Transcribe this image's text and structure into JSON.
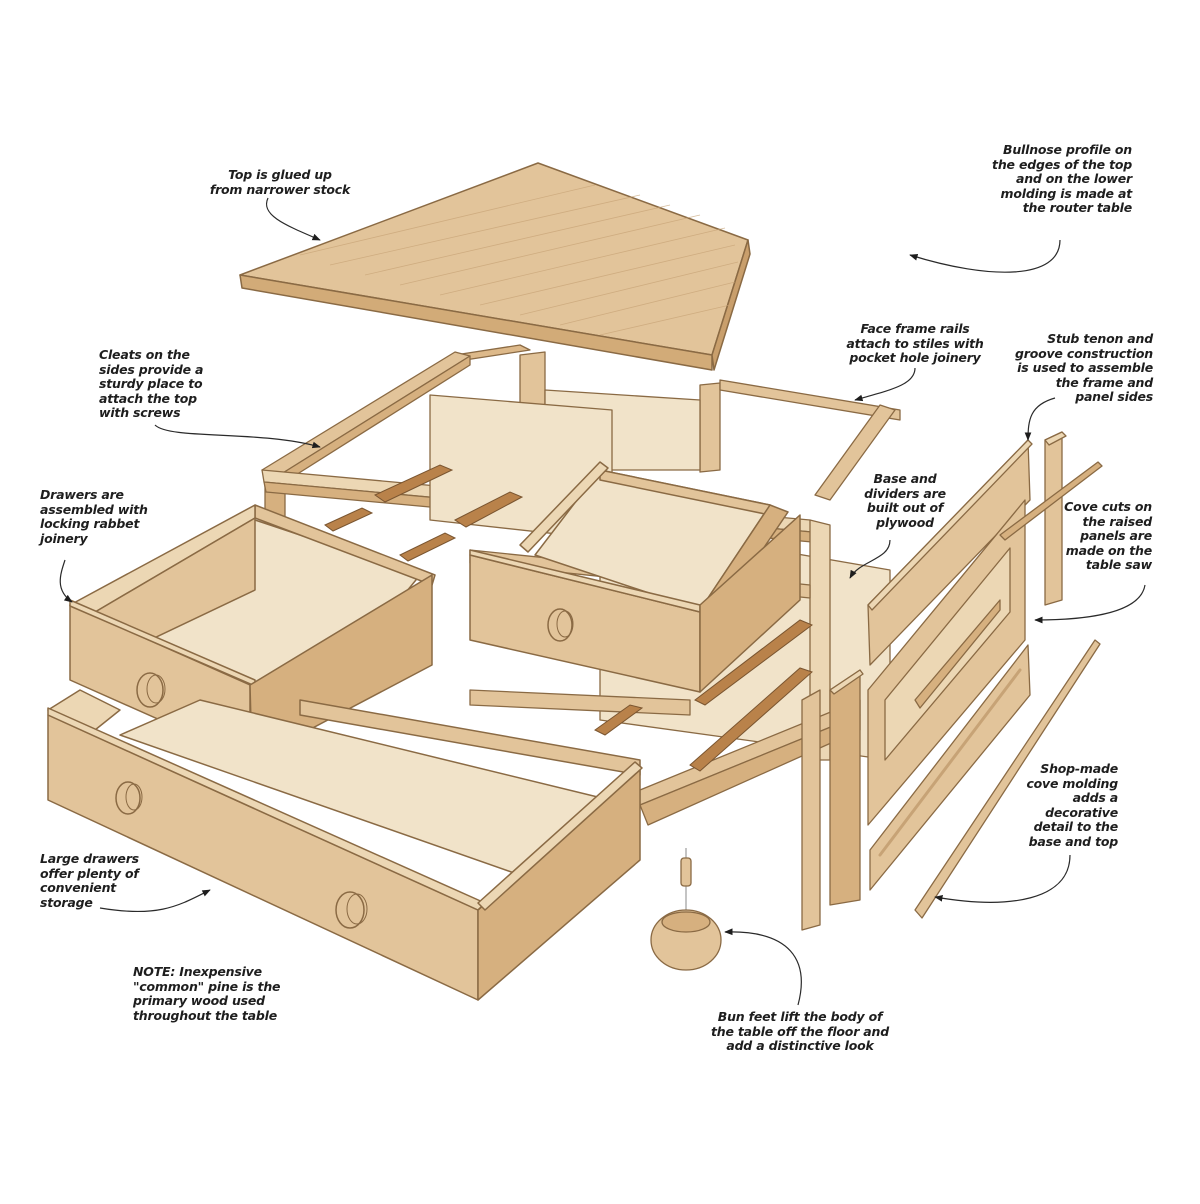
{
  "diagram": {
    "type": "exploded-view woodworking illustration",
    "subject": "Pine table with drawers",
    "colors": {
      "wood_face": "#e2c49a",
      "wood_light": "#ecd7b4",
      "wood_side": "#d6b07f",
      "plywood": "#f1e3c9",
      "runner": "#b9824a",
      "outline": "#8a6a44",
      "leader": "#2a2a2a",
      "background": "#ffffff"
    },
    "parts": [
      "top",
      "case-frame",
      "upper-left-drawer",
      "upper-right-drawer",
      "large-bottom-drawer",
      "side-rail",
      "raised-panel",
      "lower-rail",
      "stiles",
      "cove-molding",
      "bun-foot"
    ]
  },
  "labels": {
    "top_glued": "Top is glued up\nfrom narrower stock",
    "bullnose": "Bullnose profile on\nthe edges of the top\nand on the lower\nmolding is made at\nthe router table",
    "face_frame": "Face frame rails\nattach to stiles with\npocket hole joinery",
    "stub_tenon": "Stub tenon and\ngroove construction\nis used to assemble\nthe frame and\npanel sides",
    "cleats": "Cleats on the\nsides provide a\nsturdy place to\nattach the top\nwith screws",
    "drawers_assembled": "Drawers are\nassembled with\nlocking rabbet\njoinery",
    "base_dividers": "Base and\ndividers are\nbuilt out of\nplywood",
    "cove_cuts": "Cove cuts on\nthe raised\npanels are\nmade on the\ntable saw",
    "cove_molding": "Shop-made\ncove molding\nadds a\ndecorative\ndetail to the\nbase and top",
    "large_drawers": "Large drawers\noffer plenty of\nconvenient\nstorage",
    "note_prefix": "NOTE:",
    "note_body": " Inexpensive\n\"common\" pine is the\nprimary wood used\nthroughout the table",
    "bun_feet": "Bun feet lift the body of\nthe table off the floor and\nadd a distinctive look"
  }
}
